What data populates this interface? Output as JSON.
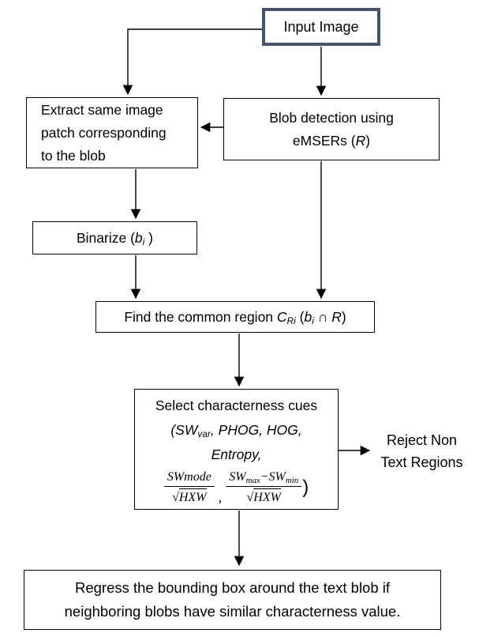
{
  "colors": {
    "accent_border": "#44546A",
    "line": "#000000",
    "background": "#ffffff",
    "text": "#000000"
  },
  "nodes": {
    "input_image": {
      "label": "Input Image"
    },
    "extract_patch": {
      "lines": [
        "Extract same image",
        "patch corresponding",
        "to the blob"
      ]
    },
    "blob_detection": {
      "line1": "Blob detection using",
      "line2_prefix": "eMSERs (",
      "line2_var": "R",
      "line2_suffix": ")"
    },
    "binarize": {
      "prefix": "Binarize (",
      "var": "b",
      "sub": "i",
      "suffix": " )"
    },
    "common_region": {
      "prefix": "Find the common region ",
      "c_var": "C",
      "c_sub": "Ri",
      "open_paren": " (",
      "b_var": "b",
      "b_sub": "i",
      "intersect": " ∩ ",
      "r_var": "R",
      "close_paren": ")"
    },
    "select_cues": {
      "line1": "Select characterness cues",
      "line2_prefix": "(SW",
      "line2_sub": "var",
      "line2_suffix": ", PHOG, HOG,",
      "line3": "Entropy,",
      "frac1": {
        "numerator": "SWmode",
        "radical": "√",
        "denominator": "HXW"
      },
      "separator": ",",
      "frac2": {
        "num_a": "SW",
        "num_a_sub": "max",
        "minus": "−",
        "num_b": "SW",
        "num_b_sub": "min",
        "radical": "√",
        "denominator": "HXW"
      },
      "close_paren": ")"
    },
    "reject_label": {
      "line1": "Reject Non",
      "line2": "Text Regions"
    },
    "regress": {
      "line1": "Regress the bounding box around the text blob if",
      "line2": "neighboring blobs have similar characterness value."
    }
  }
}
